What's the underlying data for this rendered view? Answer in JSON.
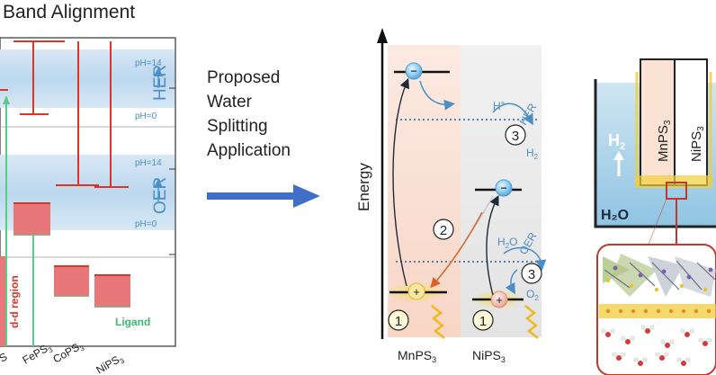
{
  "left_panel": {
    "title": "Band Alignment",
    "her_label": "HER",
    "oer_label": "OER",
    "ph_high_1": "pH=14",
    "ph_low_1": "pH=0",
    "ph_high_2": "pH=14",
    "ph_low_2": "pH=0",
    "dd_region": "d-d region",
    "ligand": "Ligand",
    "materials": [
      {
        "base": "FePS",
        "sub": "3"
      },
      {
        "base": "CoPS",
        "sub": "3"
      },
      {
        "base": "NiPS",
        "sub": "3"
      }
    ]
  },
  "middle": {
    "lines": [
      "Proposed",
      "Water",
      "Splitting",
      "Application"
    ]
  },
  "scheme": {
    "energy_label": "Energy",
    "step1_a": "1",
    "step1_b": "1",
    "step2": "2",
    "step3_a": "3",
    "step3_b": "3",
    "her": "HER",
    "oer": "OER",
    "h_plus": "H",
    "h_plus_sup": "+",
    "h2_base": "H",
    "h2_sub": "2",
    "h2o_base": "H",
    "h2o_sub": "2",
    "h2o_tail": "O",
    "o2_base": "O",
    "o2_sub": "2",
    "minus": "−",
    "plus": "+",
    "mat_left": {
      "base": "MnPS",
      "sub": "3"
    },
    "mat_right": {
      "base": "NiPS",
      "sub": "3"
    }
  },
  "device": {
    "h2_base": "H",
    "h2_sub": "2",
    "h2o": "H₂O",
    "electrode_left": {
      "base": "MnPS",
      "sub": "3"
    },
    "electrode_right": {
      "base": "NiPS",
      "sub": "3"
    }
  },
  "colors": {
    "band_blue": "#c6ddf0",
    "red_line": "#d9362b",
    "red_box": "#e8777a",
    "green": "#5cc987",
    "arrow_blue": "#3f6fc7",
    "accent_text": "#4a8fc9",
    "glow_yellow": "#f2cd3a"
  }
}
